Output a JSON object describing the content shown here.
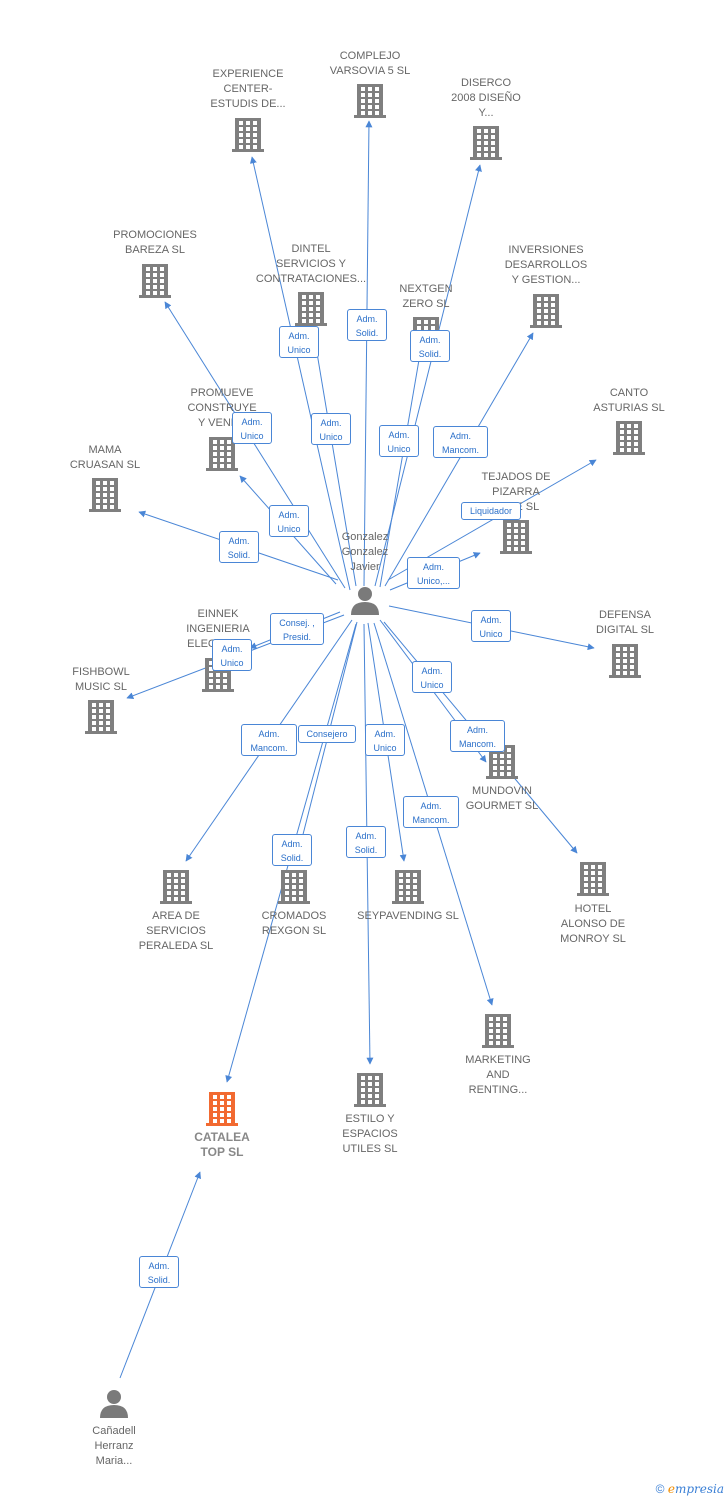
{
  "colors": {
    "edge": "#4a86d6",
    "building": "#7f7f7f",
    "building_highlight": "#f26a31",
    "person": "#7a7a7a"
  },
  "companies": [
    {
      "id": "experience",
      "label": "EXPERIENCE\nCENTER-\nESTUDIS DE..."
    },
    {
      "id": "complejo",
      "label": "COMPLEJO\nVARSOVIA 5  SL"
    },
    {
      "id": "diserco",
      "label": "DISERCO\n2008 DISEÑO\nY..."
    },
    {
      "id": "promociones",
      "label": "PROMOCIONES\nBAREZA SL"
    },
    {
      "id": "dintel",
      "label": "DINTEL\nSERVICIOS Y\nCONTRATACIONES..."
    },
    {
      "id": "nextgen",
      "label": "NEXTGEN\nZERO  SL"
    },
    {
      "id": "inversiones",
      "label": "INVERSIONES\nDESARROLLOS\nY GESTION..."
    },
    {
      "id": "promueve",
      "label": "PROMUEVE\nCONSTRUYE\nY VENDE"
    },
    {
      "id": "canto",
      "label": "CANTO\nASTURIAS SL"
    },
    {
      "id": "mama",
      "label": "MAMA\nCRUASAN  SL"
    },
    {
      "id": "tejados",
      "label": "TEJADOS DE\nPIZARRA\nCASE  SL"
    },
    {
      "id": "einnek",
      "label": "EINNEK\nINGENIERIA\nELECTRICA"
    },
    {
      "id": "defensa",
      "label": "DEFENSA\nDIGITAL  SL"
    },
    {
      "id": "fishbowl",
      "label": "FISHBOWL\nMUSIC  SL"
    },
    {
      "id": "mundovin",
      "label": "MUNDOVIN\nGOURMET  SL"
    },
    {
      "id": "area",
      "label": "AREA DE\nSERVICIOS\nPERALEDA SL"
    },
    {
      "id": "cromados",
      "label": "CROMADOS\nREXGON  SL"
    },
    {
      "id": "seypavending",
      "label": "SEYPAVENDING SL"
    },
    {
      "id": "hotel",
      "label": "HOTEL\nALONSO DE\nMONROY SL"
    },
    {
      "id": "marketing",
      "label": "MARKETING\nAND\nRENTING..."
    },
    {
      "id": "catalea",
      "label": "CATALEA\nTOP  SL",
      "highlight": true
    },
    {
      "id": "estilo",
      "label": "ESTILO Y\nESPACIOS\nUTILES  SL"
    }
  ],
  "people": [
    {
      "id": "gonzalez",
      "label": "Gonzalez\nGonzalez\nJavier"
    },
    {
      "id": "canadell",
      "label": "Cañadell\nHerranz\nMaria..."
    }
  ],
  "edges": [
    {
      "from": "gonzalez",
      "to": "experience",
      "label": "Adm.\nUnico"
    },
    {
      "from": "gonzalez",
      "to": "complejo",
      "label": "Adm.\nSolid."
    },
    {
      "from": "gonzalez",
      "to": "diserco",
      "label": "Adm.\nSolid."
    },
    {
      "from": "gonzalez",
      "to": "promociones",
      "label": "Adm.\nUnico"
    },
    {
      "from": "gonzalez",
      "to": "dintel",
      "label": "Adm.\nUnico"
    },
    {
      "from": "gonzalez",
      "to": "nextgen",
      "label": "Adm.\nUnico"
    },
    {
      "from": "gonzalez",
      "to": "inversiones",
      "label": "Adm.\nMancom."
    },
    {
      "from": "gonzalez",
      "to": "promueve",
      "label": "Adm.\nUnico"
    },
    {
      "from": "gonzalez",
      "to": "canto",
      "label": "Liquidador"
    },
    {
      "from": "gonzalez",
      "to": "mama",
      "label": "Adm.\nSolid."
    },
    {
      "from": "gonzalez",
      "to": "tejados",
      "label": "Adm.\nUnico,..."
    },
    {
      "from": "gonzalez",
      "to": "einnek",
      "label": "Consej. ,\nPresid."
    },
    {
      "from": "gonzalez",
      "to": "defensa",
      "label": "Adm.\nUnico"
    },
    {
      "from": "gonzalez",
      "to": "fishbowl",
      "label": "Adm.\nUnico"
    },
    {
      "from": "gonzalez",
      "to": "mundovin",
      "label": "Adm.\nMancom."
    },
    {
      "from": "gonzalez",
      "to": "area",
      "label": "Adm.\nMancom."
    },
    {
      "from": "gonzalez",
      "to": "cromados",
      "label": "Consejero"
    },
    {
      "from": "gonzalez",
      "to": "seypavending",
      "label": "Adm.\nUnico"
    },
    {
      "from": "gonzalez",
      "to": "hotel",
      "label": "Adm.\nUnico"
    },
    {
      "from": "gonzalez",
      "to": "marketing",
      "label": "Adm.\nMancom."
    },
    {
      "from": "gonzalez",
      "to": "catalea",
      "label": "Adm.\nSolid."
    },
    {
      "from": "gonzalez",
      "to": "estilo",
      "label": "Adm.\nSolid."
    },
    {
      "from": "canadell",
      "to": "catalea",
      "label": "Adm.\nSolid."
    }
  ],
  "footer": {
    "copyright": "©",
    "brand_e": "e",
    "brand_rest": "mpresia"
  }
}
